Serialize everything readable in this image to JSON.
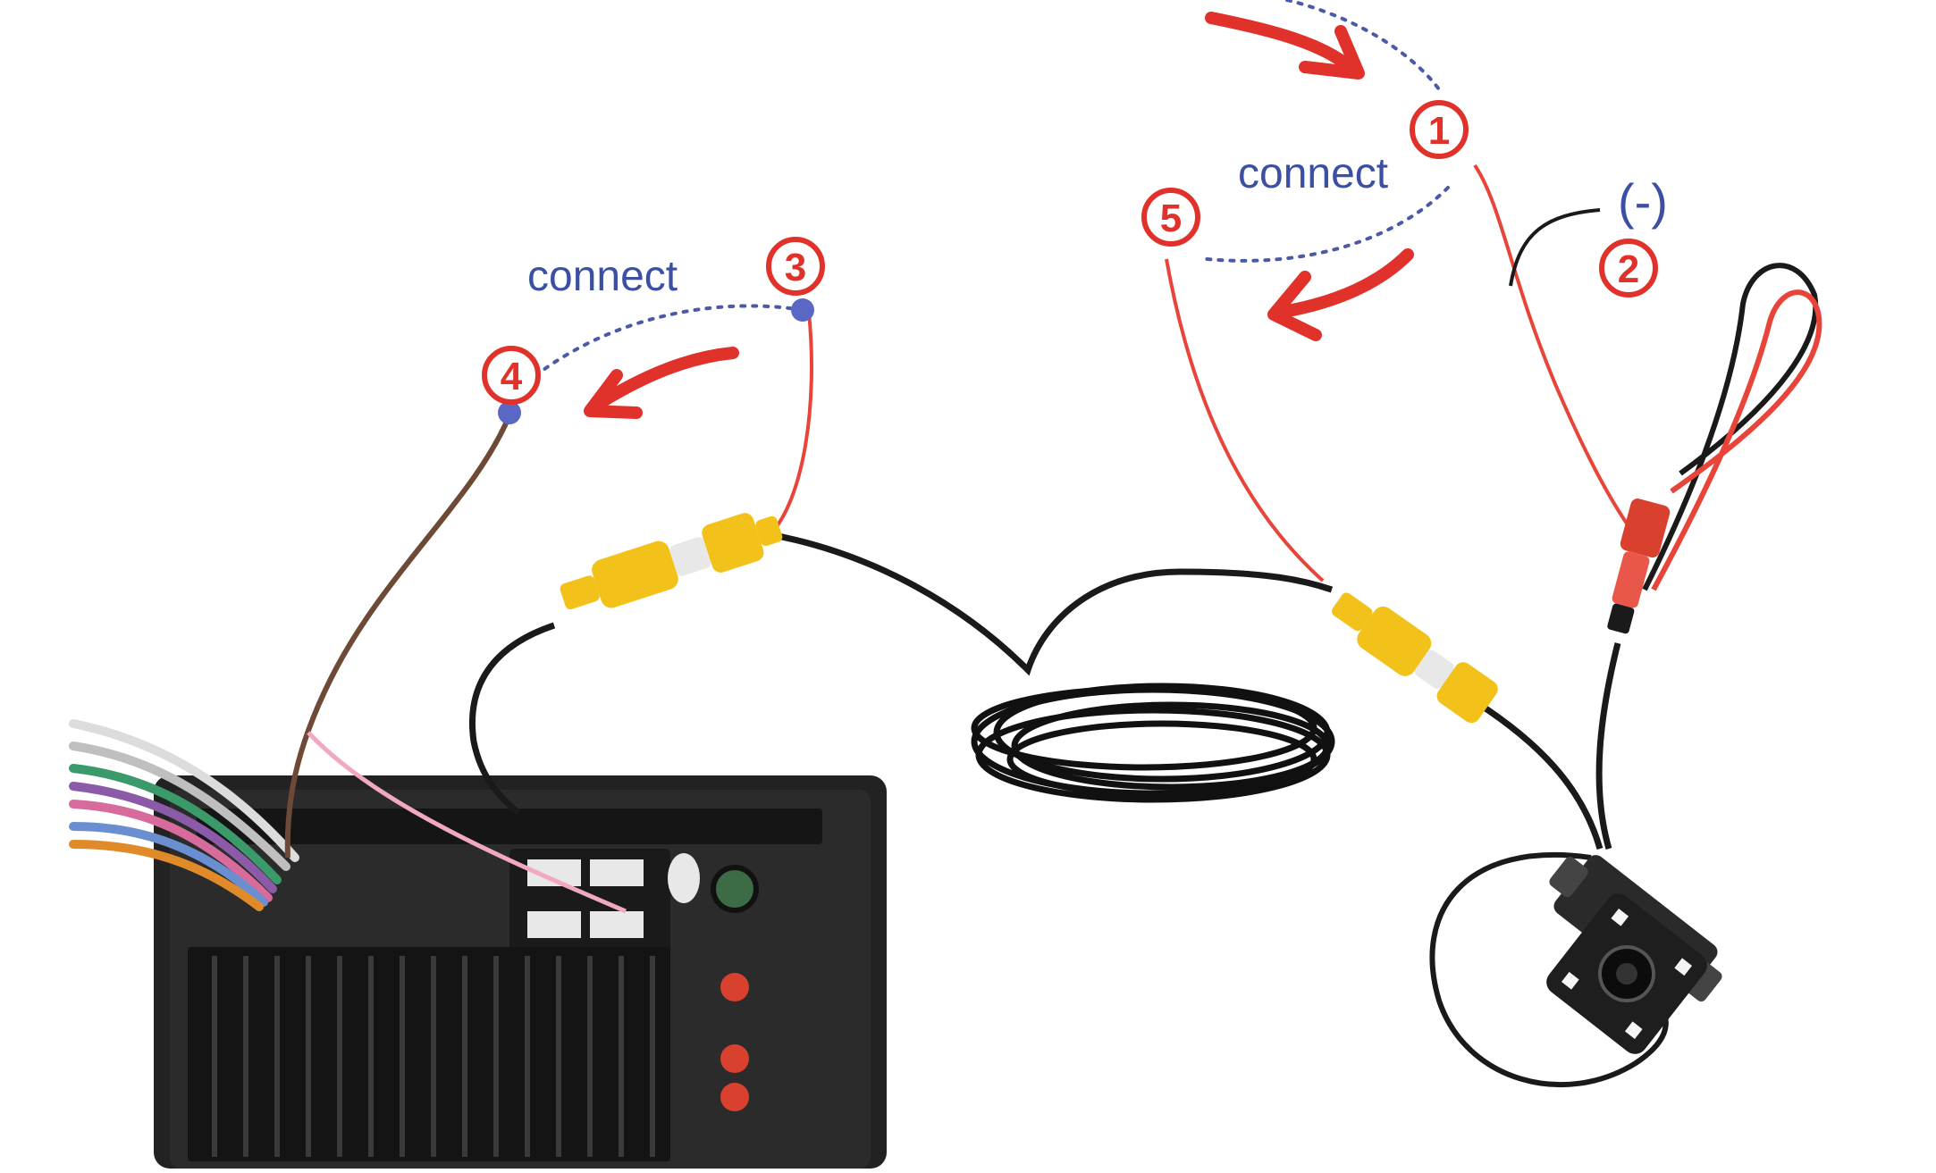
{
  "labels": {
    "connect_left": "connect",
    "connect_right": "connect",
    "negative": "(-)"
  },
  "markers": {
    "m1": "1",
    "m2": "2",
    "m3": "3",
    "m4": "4",
    "m5": "5"
  },
  "colors": {
    "marker_red": "#e0322a",
    "label_blue": "#3b4fa3",
    "dotted_blue": "#4a5aa8",
    "cable_black": "#1a1a1a",
    "wire_red": "#e8443a",
    "rca_yellow": "#f2c21a",
    "unit_dark": "#1f1f1f"
  },
  "icons": {
    "arrow": "curved-red-arrow",
    "head_unit": "car-stereo-head-unit",
    "camera": "rear-view-camera",
    "rca": "yellow-rca-connector"
  }
}
